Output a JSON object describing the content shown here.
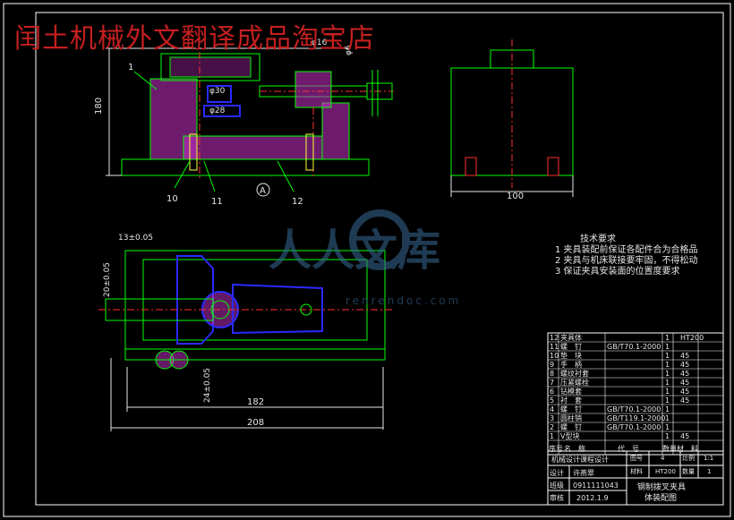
{
  "watermark": {
    "shop_title": "闰土机械外文翻译成品淘宝店",
    "brand_cn": "人人文库",
    "brand_url": "renrendoc.com"
  },
  "colors": {
    "background": "#000000",
    "frame": "#ffffff",
    "outline": "#00ff00",
    "hatch": "#c832c8",
    "center": "#ff3030",
    "dimension": "#e6e6e6",
    "blue_part": "#2a2aff",
    "cyan": "#00e5ff",
    "yellow": "#ffff33",
    "watermark_red": "#c41f1f"
  },
  "front_view": {
    "dimensions": [
      "180",
      "φ30",
      "φ28",
      "φ16",
      "φ6"
    ],
    "balloons": [
      "1",
      "10",
      "11",
      "12",
      "A"
    ]
  },
  "side_view": {
    "dimensions": [
      "100"
    ]
  },
  "plan_view": {
    "dimensions": [
      "13±0.05",
      "20±0.05",
      "24±0.05",
      "182",
      "208"
    ]
  },
  "tech_requirements": {
    "heading": "技术要求",
    "items": [
      "1 夹具装配前保证各配件合为合格品",
      "2 夹具与机床联接要牢固，不得松动",
      "3 保证夹具安装面的位置度要求"
    ]
  },
  "bom": {
    "rows": [
      {
        "no": "12",
        "name": "夹具体",
        "code": "",
        "qty": "1",
        "mat": "HT200"
      },
      {
        "no": "11",
        "name": "螺　钉",
        "code": "GB/T70.1-2000",
        "qty": "1",
        "mat": ""
      },
      {
        "no": "10",
        "name": "垫　块",
        "code": "",
        "qty": "1",
        "mat": "45"
      },
      {
        "no": "9",
        "name": "手　柄",
        "code": "",
        "qty": "1",
        "mat": "45"
      },
      {
        "no": "8",
        "name": "螺纹衬套",
        "code": "",
        "qty": "1",
        "mat": "45"
      },
      {
        "no": "7",
        "name": "压紧螺栓",
        "code": "",
        "qty": "1",
        "mat": "45"
      },
      {
        "no": "6",
        "name": "钻模套",
        "code": "",
        "qty": "1",
        "mat": "45"
      },
      {
        "no": "5",
        "name": "衬　套",
        "code": "",
        "qty": "1",
        "mat": "45"
      },
      {
        "no": "4",
        "name": "螺　钉",
        "code": "GB/T70.1-2000",
        "qty": "1",
        "mat": ""
      },
      {
        "no": "3",
        "name": "圆柱销",
        "code": "GB/T119.1-2000",
        "qty": "1",
        "mat": ""
      },
      {
        "no": "2",
        "name": "螺　钉",
        "code": "GB/T70.1-2000",
        "qty": "1",
        "mat": ""
      },
      {
        "no": "1",
        "name": "V型块",
        "code": "",
        "qty": "1",
        "mat": "45"
      }
    ],
    "header": {
      "no": "序号",
      "name": "名　称",
      "code": "代　号",
      "qty": "数量",
      "mat": "材　料"
    }
  },
  "title_block": {
    "course": "机械设计课程设计",
    "designer_label": "设计",
    "designer": "许燕翠",
    "id": "0911111043",
    "school_label": "班级",
    "date": "2012.1.9",
    "chk_label": "审核",
    "figno_label": "图号",
    "figno": "4",
    "scale_label": "比例",
    "scale": "1:1",
    "mat_label": "材料",
    "mat": "HT200",
    "qty_label": "数量",
    "qty": "1",
    "drawing_title_1": "钢制拨叉夹具",
    "drawing_title_2": "体装配图"
  }
}
